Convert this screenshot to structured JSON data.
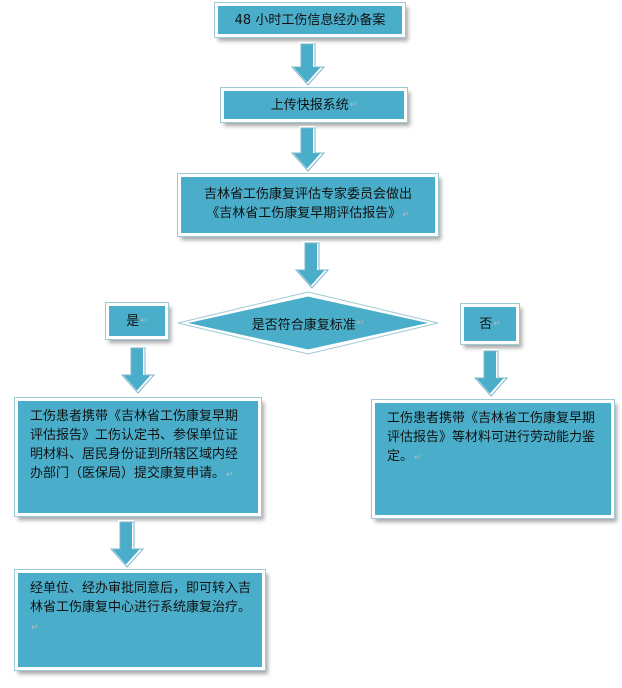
{
  "steps": {
    "record": "48 小时工伤信息经办备案",
    "upload": "上传快报系统",
    "report_line1": "吉林省工伤康复评估专家委员会做出",
    "report_line2": "《吉林省工伤康复早期评估报告》",
    "decision": "是否符合康复标准",
    "yes": "是",
    "no": "否",
    "apply": "工伤患者携带《吉林省工伤康复早期评估报告》工伤认定书、参保单位证明材料、居民身份证到所辖区域内经办部门（医保局）提交康复申请。",
    "appraisal": "工伤患者携带《吉林省工伤康复早期评估报告》等材料可进行劳动能力鉴定。",
    "transfer": "经单位、经办审批同意后，即可转入吉林省工伤康复中心进行系统康复治疗。"
  },
  "paragraph_mark": "↵",
  "colors": {
    "box_fill": "#4aaecb",
    "arrow_fill": "#4aaecb",
    "arrow_outline": "#ffffff"
  }
}
